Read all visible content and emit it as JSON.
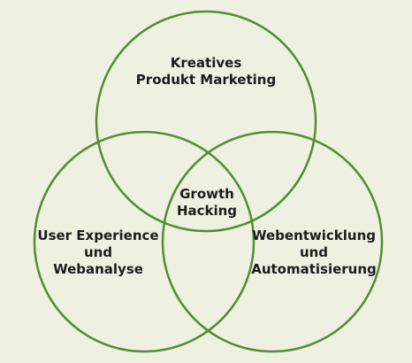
{
  "diagram": {
    "type": "venn",
    "stroke_color": "#4f8f2f",
    "background_color": "#eef1e1",
    "sets": [
      {
        "id": "top",
        "lines": [
          "Kreatives",
          "Produkt Marketing"
        ]
      },
      {
        "id": "left",
        "lines": [
          "User Experience",
          "und",
          "Webanalyse"
        ]
      },
      {
        "id": "right",
        "lines": [
          "Webentwicklung",
          "und",
          "Automatisierung"
        ]
      }
    ],
    "intersection": {
      "lines": [
        "Growth",
        "Hacking"
      ]
    }
  }
}
